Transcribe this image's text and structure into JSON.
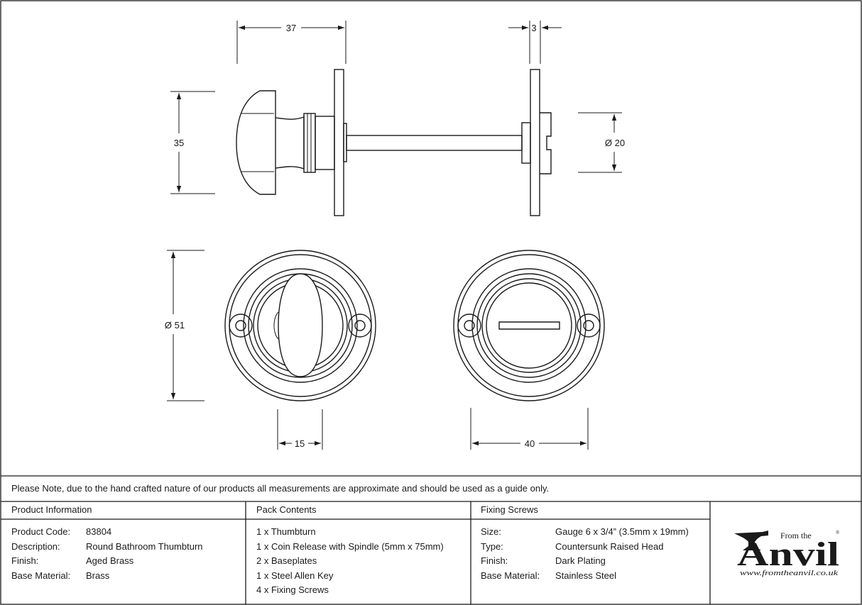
{
  "drawing": {
    "dimensions": {
      "knob_length": "37",
      "plate_thickness": "3",
      "knob_height": "35",
      "release_diameter": "Ø 20",
      "rose_diameter": "Ø 51",
      "thumbturn_width": "15",
      "screw_centres": "40"
    }
  },
  "note": "Please Note, due to the hand crafted nature of our products all measurements are approximate and should be used as a guide only.",
  "product_information": {
    "heading": "Product Information",
    "rows": [
      {
        "label": "Product Code:",
        "value": "83804"
      },
      {
        "label": "Description:",
        "value": "Round Bathroom Thumbturn"
      },
      {
        "label": "Finish:",
        "value": "Aged Brass"
      },
      {
        "label": "Base Material:",
        "value": "Brass"
      }
    ]
  },
  "pack_contents": {
    "heading": "Pack Contents",
    "items": [
      "1 x Thumbturn",
      "1 x Coin Release with Spindle (5mm x 75mm)",
      "2 x Baseplates",
      "1 x Steel Allen Key",
      "4 x Fixing Screws"
    ]
  },
  "fixing_screws": {
    "heading": "Fixing Screws",
    "rows": [
      {
        "label": "Size:",
        "value": "Gauge 6 x 3/4” (3.5mm x 19mm)"
      },
      {
        "label": "Type:",
        "value": "Countersunk Raised Head"
      },
      {
        "label": "Finish:",
        "value": "Dark Plating"
      },
      {
        "label": "Base Material:",
        "value": "Stainless Steel"
      }
    ]
  },
  "logo": {
    "top_text": "From the",
    "name": "Anvil",
    "registered": "®",
    "url": "www.fromtheanvil.co.uk"
  }
}
